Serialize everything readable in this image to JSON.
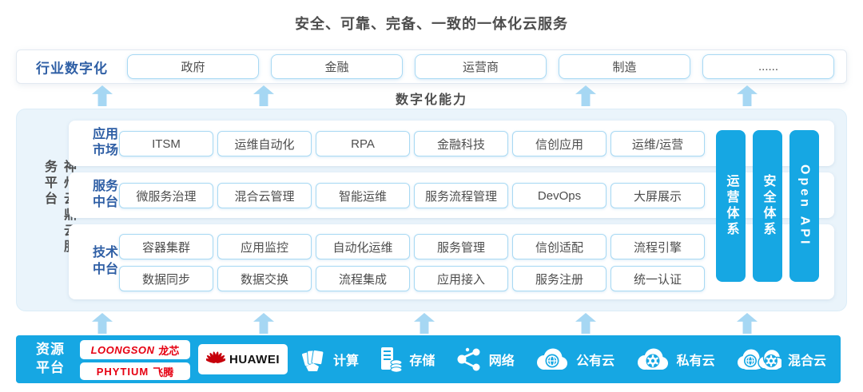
{
  "title": "安全、可靠、完备、一致的一体化云服务",
  "industry_row": {
    "label": "行业数字化",
    "items": [
      "政府",
      "金融",
      "运营商",
      "制造",
      "......"
    ]
  },
  "digital_capability_label": "数字化能力",
  "platform": {
    "side_label": "神州云鼎云服务平台",
    "rows": [
      {
        "label_lines": [
          "应用",
          "市场"
        ],
        "items": [
          "ITSM",
          "运维自动化",
          "RPA",
          "金融科技",
          "信创应用",
          "运维/运营"
        ]
      },
      {
        "label_lines": [
          "服务",
          "中台"
        ],
        "items": [
          "微服务治理",
          "混合云管理",
          "智能运维",
          "服务流程管理",
          "DevOps",
          "大屏展示"
        ]
      },
      {
        "label_lines": [
          "技术",
          "中台"
        ],
        "items": [
          "容器集群",
          "应用监控",
          "自动化运维",
          "服务管理",
          "信创适配",
          "流程引擎",
          "数据同步",
          "数据交换",
          "流程集成",
          "应用接入",
          "服务注册",
          "统一认证"
        ]
      }
    ],
    "pillars": [
      "运营体系",
      "安全体系",
      "Open API"
    ]
  },
  "resource_bar": {
    "label_lines": [
      "资源",
      "平台"
    ],
    "logos": {
      "loongson_en": "LOONGSON",
      "loongson_cn": "龙芯",
      "phytium_en": "PHYTIUM",
      "phytium_cn": "飞腾",
      "huawei": "HUAWEI"
    },
    "items": [
      {
        "icon": "compute-icon",
        "label": "计算"
      },
      {
        "icon": "storage-icon",
        "label": "存储"
      },
      {
        "icon": "network-icon",
        "label": "网络"
      },
      {
        "icon": "public-cloud-icon",
        "label": "公有云"
      },
      {
        "icon": "private-cloud-icon",
        "label": "私有云"
      },
      {
        "icon": "hybrid-cloud-icon",
        "label": "混合云"
      }
    ]
  },
  "colors": {
    "bright_blue": "#16a7e3",
    "light_blue_panel": "#eaf4fb",
    "arrow_blue": "#a6d7f3",
    "box_border_blue": "#a8d9f3",
    "dark_blue_text": "#2f5fa5",
    "gray_text": "#4d4d4d",
    "logo_red": "#e60012",
    "huawei_red": "#c7000b"
  }
}
